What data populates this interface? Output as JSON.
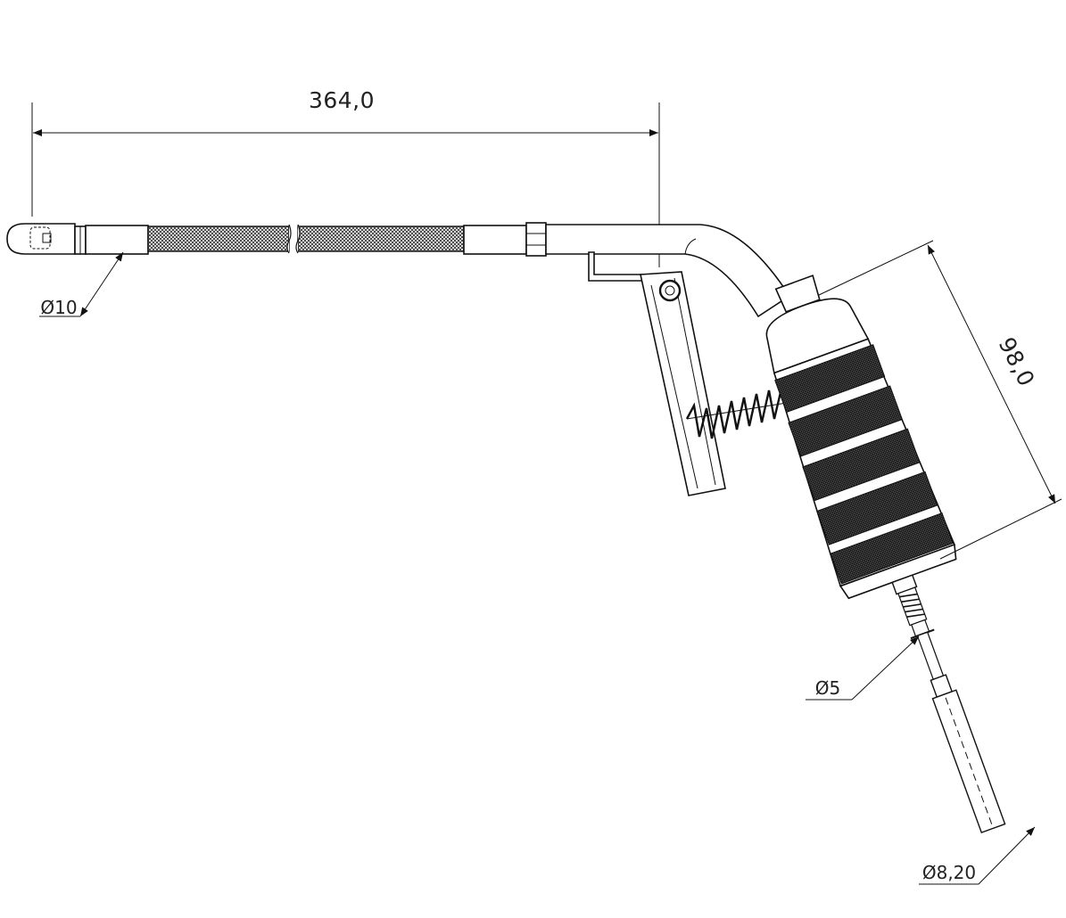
{
  "dimensions": {
    "overall_length": "364,0",
    "handle_length": "98,0",
    "tip_diameter": "Ø10",
    "nozzle_diameter": "Ø5",
    "inlet_diameter": "Ø8,20"
  },
  "colors": {
    "line": "#111111",
    "text": "#222222",
    "background": "#ffffff"
  }
}
